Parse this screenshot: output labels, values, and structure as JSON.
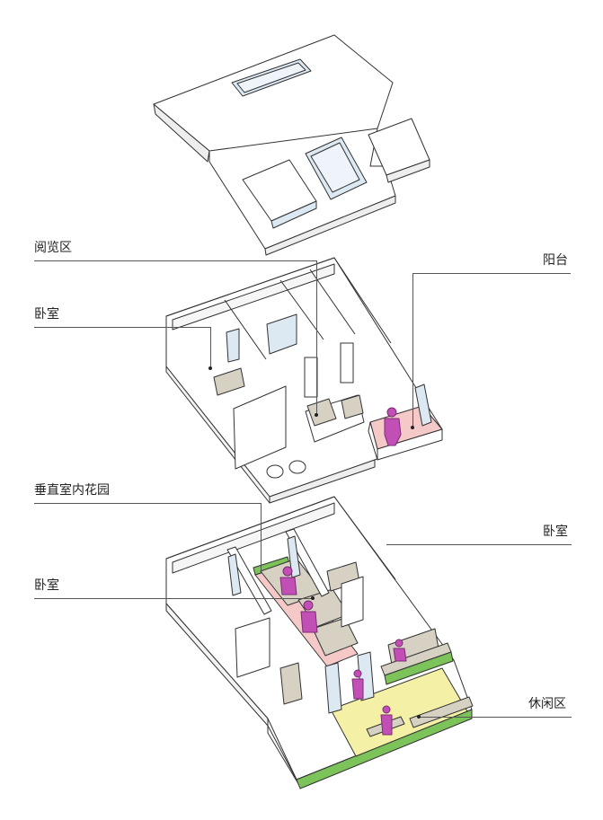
{
  "labels": {
    "reading_area": "阅览区",
    "balcony": "阳台",
    "bedroom_upper_left": "卧室",
    "vertical_garden": "垂直室内花园",
    "bedroom_lower_right": "卧室",
    "bedroom_lower_left": "卧室",
    "leisure_area": "休闲区"
  },
  "colors": {
    "outline": "#333333",
    "wall_face": "#ffffff",
    "wall_side": "#f1f1f1",
    "glass": "#dce8f2",
    "pink_floor": "#f6c9c9",
    "magenta": "#c24fb6",
    "green": "#7cc35a",
    "yellow_floor": "#f4f0a6",
    "furniture": "#d7d1c4"
  }
}
